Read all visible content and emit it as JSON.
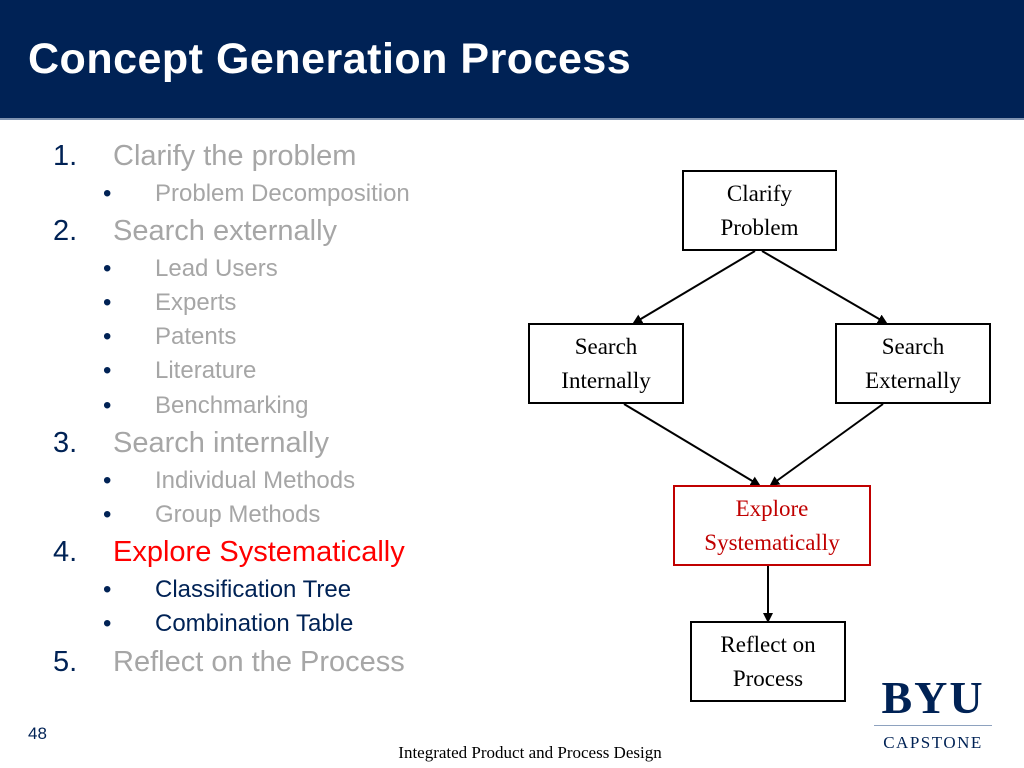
{
  "slide": {
    "title": "Concept Generation Process",
    "page_number": "48",
    "footer": "Integrated Product and Process Design"
  },
  "outline": {
    "steps": [
      {
        "number": "1.",
        "label": "Clarify the problem",
        "state": "inactive",
        "subitems": [
          {
            "bullet": "•",
            "label": "Problem Decomposition"
          }
        ]
      },
      {
        "number": "2.",
        "label": "Search externally",
        "state": "inactive",
        "subitems": [
          {
            "bullet": "•",
            "label": "Lead Users"
          },
          {
            "bullet": "•",
            "label": "Experts"
          },
          {
            "bullet": "•",
            "label": "Patents"
          },
          {
            "bullet": "•",
            "label": "Literature"
          },
          {
            "bullet": "•",
            "label": "Benchmarking"
          }
        ]
      },
      {
        "number": "3.",
        "label": "Search internally",
        "state": "inactive",
        "subitems": [
          {
            "bullet": "•",
            "label": "Individual Methods"
          },
          {
            "bullet": "•",
            "label": "Group Methods"
          }
        ]
      },
      {
        "number": "4.",
        "label": "Explore Systematically",
        "state": "active",
        "subitems": [
          {
            "bullet": "•",
            "label": "Classification Tree"
          },
          {
            "bullet": "•",
            "label": "Combination Table"
          }
        ]
      },
      {
        "number": "5.",
        "label": "Reflect on the Process",
        "state": "inactive",
        "subitems": []
      }
    ]
  },
  "flowchart": {
    "nodes": [
      {
        "id": "clarify",
        "lines": [
          "Clarify",
          "Problem"
        ],
        "highlight": false
      },
      {
        "id": "search-internally",
        "lines": [
          "Search",
          "Internally"
        ],
        "highlight": false
      },
      {
        "id": "search-externally",
        "lines": [
          "Search",
          "Externally"
        ],
        "highlight": false
      },
      {
        "id": "explore",
        "lines": [
          "Explore",
          "Systematically"
        ],
        "highlight": true
      },
      {
        "id": "reflect",
        "lines": [
          "Reflect on",
          "Process"
        ],
        "highlight": false
      }
    ],
    "edges": [
      {
        "from": "clarify",
        "to": "search-internally"
      },
      {
        "from": "clarify",
        "to": "search-externally"
      },
      {
        "from": "search-internally",
        "to": "explore"
      },
      {
        "from": "search-externally",
        "to": "explore"
      },
      {
        "from": "explore",
        "to": "reflect"
      }
    ]
  },
  "logo": {
    "main": "BYU",
    "sub": "CAPSTONE"
  },
  "colors": {
    "header": "#002255",
    "active": "#ff0000",
    "inactive": "#a6a6a6",
    "highlight_box": "#c00000",
    "sub_active": "#002255"
  }
}
